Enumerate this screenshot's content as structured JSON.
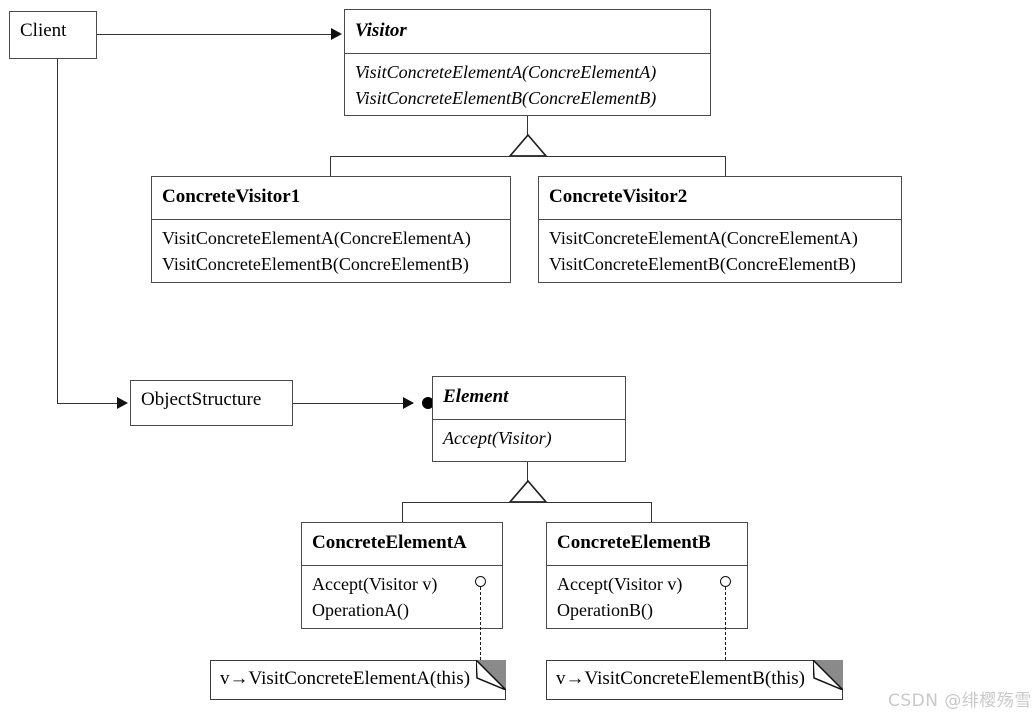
{
  "diagram": {
    "type": "uml-class-diagram",
    "title": "Visitor design pattern class diagram",
    "classes": [
      {
        "id": "client",
        "name": "Client",
        "abstract": false,
        "members": []
      },
      {
        "id": "visitor",
        "name": "Visitor",
        "abstract": true,
        "members": [
          "VisitConcreteElementA(ConcreElementA)",
          "VisitConcreteElementB(ConcreElementB)"
        ]
      },
      {
        "id": "concrete-visitor-1",
        "name": "ConcreteVisitor1",
        "abstract": false,
        "members": [
          "VisitConcreteElementA(ConcreElementA)",
          "VisitConcreteElementB(ConcreElementB)"
        ]
      },
      {
        "id": "concrete-visitor-2",
        "name": "ConcreteVisitor2",
        "abstract": false,
        "members": [
          "VisitConcreteElementA(ConcreElementA)",
          "VisitConcreteElementB(ConcreElementB)"
        ]
      },
      {
        "id": "object-structure",
        "name": "ObjectStructure",
        "abstract": false,
        "members": []
      },
      {
        "id": "element",
        "name": "Element",
        "abstract": true,
        "members": [
          "Accept(Visitor)"
        ]
      },
      {
        "id": "concrete-element-a",
        "name": "ConcreteElementA",
        "abstract": false,
        "members": [
          "Accept(Visitor v)",
          "OperationA()"
        ]
      },
      {
        "id": "concrete-element-b",
        "name": "ConcreteElementB",
        "abstract": false,
        "members": [
          "Accept(Visitor v)",
          "OperationB()"
        ]
      }
    ],
    "notes": [
      {
        "id": "note-a",
        "text": "v→VisitConcreteElementA(this)",
        "attached_to": "concrete-element-a"
      },
      {
        "id": "note-b",
        "text": "v→VisitConcreteElementB(this)",
        "attached_to": "concrete-element-b"
      }
    ],
    "relations": [
      {
        "kind": "association",
        "from": "client",
        "to": "visitor"
      },
      {
        "kind": "association",
        "from": "client",
        "to": "object-structure"
      },
      {
        "kind": "aggregation",
        "from": "object-structure",
        "to": "element"
      },
      {
        "kind": "generalization",
        "from": "concrete-visitor-1",
        "to": "visitor"
      },
      {
        "kind": "generalization",
        "from": "concrete-visitor-2",
        "to": "visitor"
      },
      {
        "kind": "generalization",
        "from": "concrete-element-a",
        "to": "element"
      },
      {
        "kind": "generalization",
        "from": "concrete-element-b",
        "to": "element"
      }
    ]
  },
  "watermark": {
    "text": "CSDN @绯樱殇雪",
    "color": "#c9c9c9"
  },
  "colors": {
    "background": "#ffffff",
    "stroke": "#333333",
    "box_border": "#4a4a4a",
    "fold_fill": "#8a8a8a",
    "text": "#000000"
  }
}
